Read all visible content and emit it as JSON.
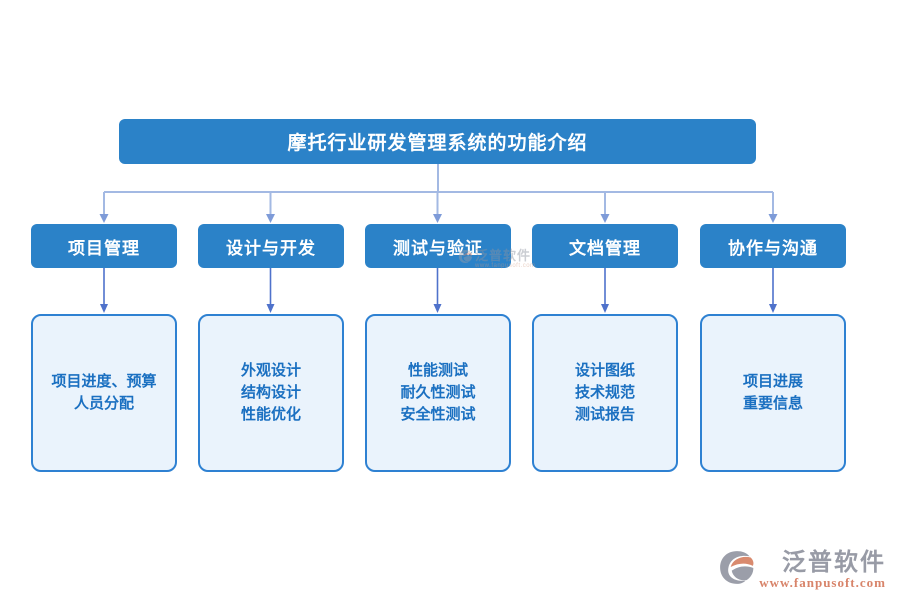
{
  "title": "摩托行业研发管理系统的功能介绍",
  "columns": [
    {
      "header": "项目管理",
      "items": [
        "项目进度、预算",
        "人员分配"
      ]
    },
    {
      "header": "设计与开发",
      "items": [
        "外观设计",
        "结构设计",
        "性能优化"
      ]
    },
    {
      "header": "测试与验证",
      "items": [
        "性能测试",
        "耐久性测试",
        "安全性测试"
      ]
    },
    {
      "header": "文档管理",
      "items": [
        "设计图纸",
        "技术规范",
        "测试报告"
      ]
    },
    {
      "header": "协作与沟通",
      "items": [
        "项目进展",
        "重要信息"
      ]
    }
  ],
  "watermark": {
    "brand": "泛普软件",
    "url": "www.fanpusoft.com"
  },
  "logo": {
    "brand": "泛普软件",
    "url": "www.fanpusoft.com"
  },
  "colors": {
    "primary_blue": "#2b82c8",
    "light_box_fill": "#eaf3fc",
    "light_box_border": "#2e81d2",
    "box_text_blue": "#1b70c1",
    "connector_light": "#a3b9e3",
    "connector_dark": "#4f72cb",
    "logo_gray": "#989ba6",
    "logo_orange": "#d8846a"
  }
}
